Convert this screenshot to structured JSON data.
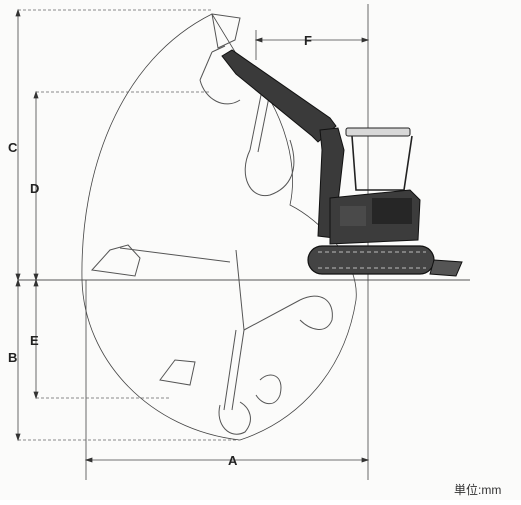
{
  "diagram": {
    "dimension_labels": {
      "a": "A",
      "b": "B",
      "c": "C",
      "d": "D",
      "e": "E",
      "f": "F"
    },
    "unit_label": "単位:mm",
    "colors": {
      "machine_dark": "#2f2f2f",
      "lines": "#444444",
      "background": "#fbfbfa"
    }
  }
}
